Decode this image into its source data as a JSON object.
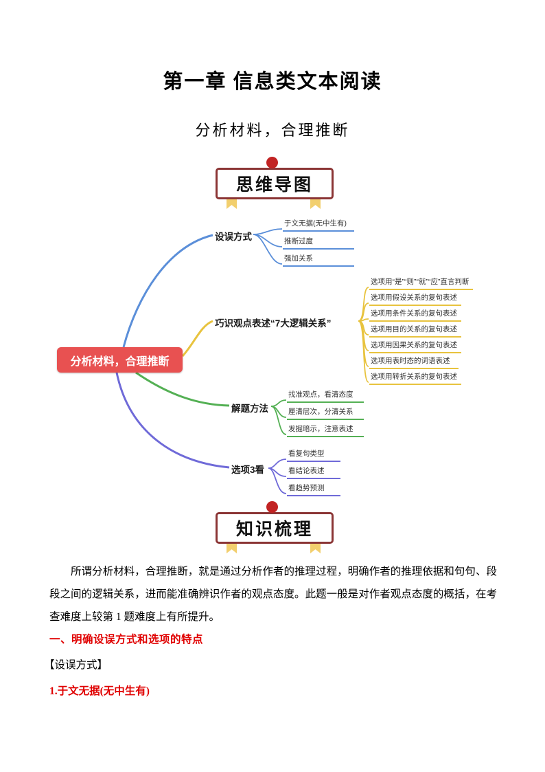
{
  "page": {
    "title": "第一章 信息类文本阅读",
    "subtitle": "分析材料，合理推断"
  },
  "sections": {
    "mindmap_header": "思维导图",
    "knowledge_header": "知识梳理"
  },
  "mindmap": {
    "root": "分析材料，合理推断",
    "branches": [
      {
        "label": "设误方式",
        "color": "#5b8fd9",
        "children": [
          "于文无据(无中生有)",
          "推断过度",
          "强加关系"
        ]
      },
      {
        "label": "巧识观点表述“7大逻辑关系”",
        "color": "#e8c33e",
        "children": [
          "选项用“是”“则”“就”“应”直言判断",
          "选项用假设关系的复句表述",
          "选项用条件关系的复句表述",
          "选项用目的关系的复句表述",
          "选项用因果关系的复句表述",
          "选项用表时态的词语表述",
          "选项用转折关系的复句表述"
        ]
      },
      {
        "label": "解题方法",
        "color": "#54b054",
        "children": [
          "找准观点，看清态度",
          "厘清层次，分清关系",
          "发掘暗示，注意表述"
        ]
      },
      {
        "label": "选项3看",
        "color": "#6f6ad8",
        "children": [
          "看复句类型",
          "看结论表述",
          "看趋势预测"
        ]
      }
    ]
  },
  "body": {
    "paragraph": "所谓分析材料，合理推断，就是通过分析作者的推理过程，明确作者的推理依据和句句、段段之间的逻辑关系，进而能准确辨识作者的观点态度。此题一般是对作者观点态度的概括，在考查难度上较第 1 题难度上有所提升。",
    "heading1": "一、明确设误方式和选项的特点",
    "sub_label": "【设误方式】",
    "point1": "1.于文无据(无中生有)"
  },
  "colors": {
    "node_red": "#e85151",
    "dot_red": "#c22323",
    "box_border": "#8b3535",
    "ribbon_gold": "#f2cf6e",
    "branch_blue": "#5b8fd9",
    "branch_yellow": "#e8c33e",
    "branch_green": "#54b054",
    "branch_purple": "#6f6ad8",
    "heading_red": "#e00000"
  }
}
